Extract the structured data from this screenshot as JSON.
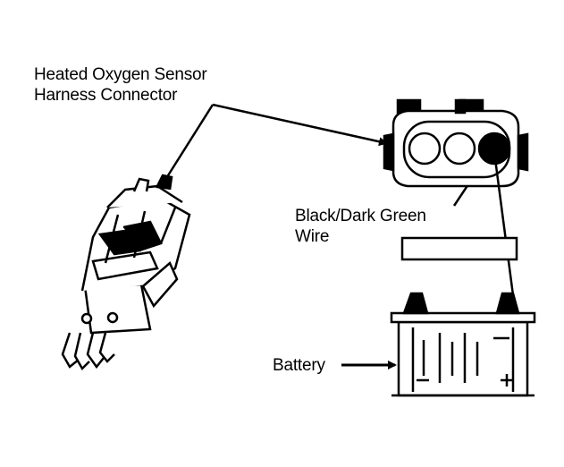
{
  "labels": {
    "connector_line1": "Heated Oxygen Sensor",
    "connector_line2": "Harness Connector",
    "wire_line1": "Black/Dark Green",
    "wire_line2": "Wire",
    "battery": "Battery"
  },
  "colors": {
    "ink": "#000000",
    "paper": "#ffffff"
  }
}
